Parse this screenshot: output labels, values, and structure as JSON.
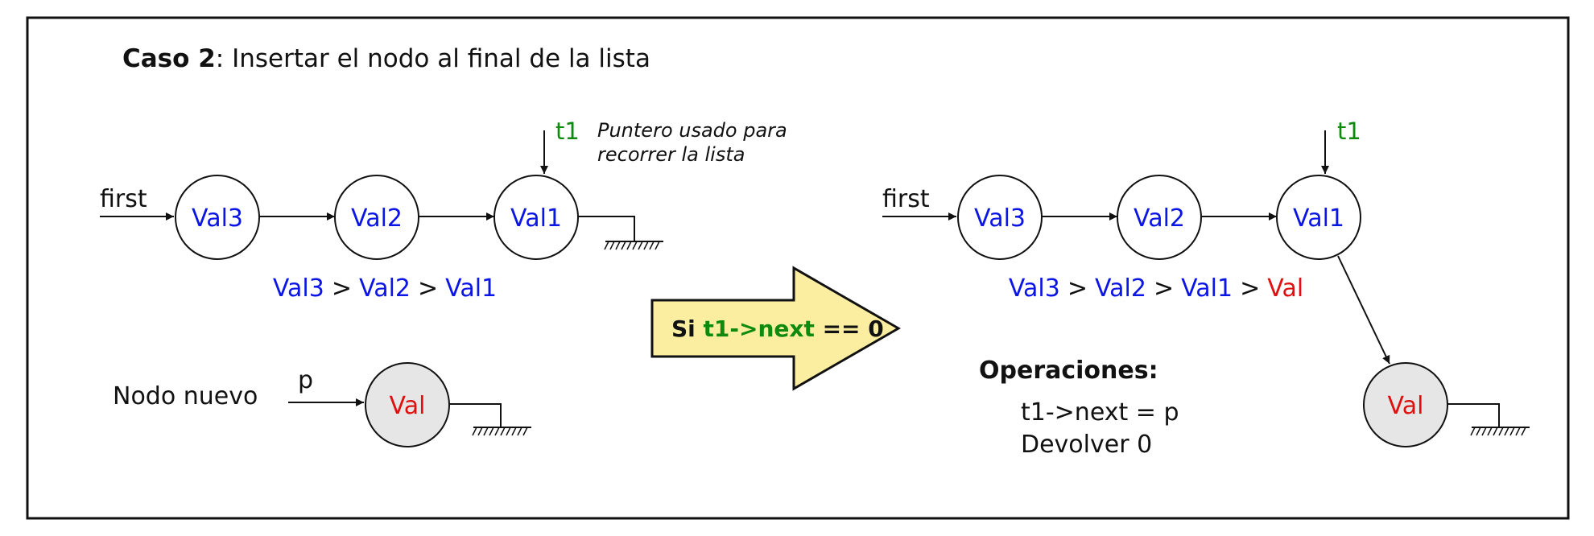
{
  "title": {
    "bold": "Caso 2",
    "rest": ": Insertar el nodo al final de la lista"
  },
  "left": {
    "first_label": "first",
    "nodes": [
      "Val3",
      "Val2",
      "Val1"
    ],
    "pointer_label": "t1",
    "pointer_note": [
      "Puntero usado para",
      "recorrer la lista"
    ],
    "sequence": [
      "Val3",
      ">",
      "Val2",
      ">",
      "Val1"
    ],
    "new_node_caption": "Nodo nuevo",
    "new_pointer_label": "p",
    "new_node": "Val"
  },
  "condition": {
    "prefix": "Si ",
    "expr": "t1->next",
    "suffix": " == 0"
  },
  "right": {
    "first_label": "first",
    "nodes": [
      "Val3",
      "Val2",
      "Val1"
    ],
    "pointer_label": "t1",
    "sequence": [
      "Val3",
      ">",
      "Val2",
      ">",
      "Val1",
      ">",
      "Val"
    ],
    "new_node": "Val"
  },
  "operations": {
    "heading": "Operaciones:",
    "lines": [
      "t1->next = p",
      "Devolver 0"
    ]
  },
  "colors": {
    "value_text": "#0b16e6",
    "new_value_text": "#e01010",
    "pointer_text": "#0e8a0e",
    "arrow_fill": "#fbeea1",
    "new_node_fill": "#e6e6e6"
  }
}
